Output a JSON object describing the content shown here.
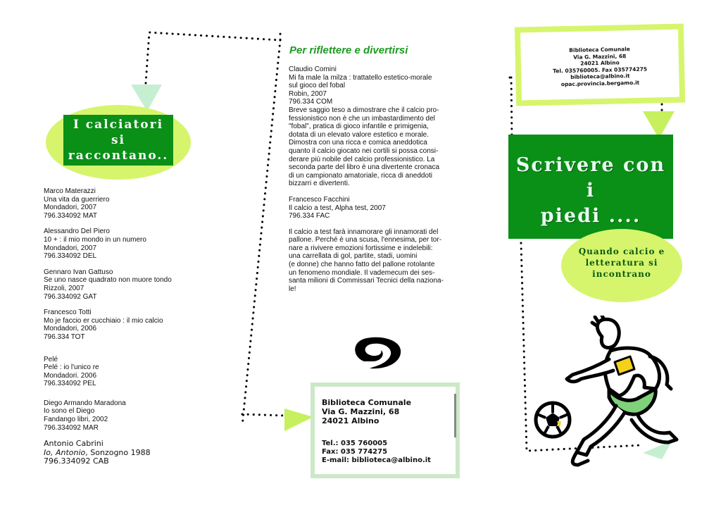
{
  "left_panel": {
    "title_line1": "I calciatori si",
    "title_line2": "raccontano..",
    "books": [
      {
        "author": "Marco Materazzi",
        "title": "Una vita da guerriero",
        "publisher": "Mondadori, 2007",
        "code": "796.334092 MAT"
      },
      {
        "author": "Alessandro Del Piero",
        "title": "10 + : il mio mondo in un numero",
        "publisher": "Mondadori, 2007",
        "code": "796.334092 DEL"
      },
      {
        "author": "Gennaro Ivan Gattuso",
        "title": "Se uno nasce quadrato non muore tondo",
        "publisher": "Rizzoli, 2007",
        "code": "796.334092 GAT"
      },
      {
        "author": "Francesco Totti",
        "title": "Mo je faccio er cucchiaio : il mio calcio",
        "publisher": "Mondadori, 2006",
        "code": "796.334 TOT"
      },
      {
        "author": "Pelé",
        "title": "Pelé : io l'unico re",
        "publisher": "Mondadori. 2006",
        "code": "796.334092 PEL"
      },
      {
        "author": "Diego Armando Maradona",
        "title": "Io sono el Diego",
        "publisher": "Fandango libri, 2002",
        "code": "796.334092 MAR"
      }
    ],
    "last_book": {
      "author": "Antonio Cabrini",
      "title": "Io, Antonio",
      "publisher_rest": ", Sonzogno 1988",
      "code": "796.334092 CAB"
    }
  },
  "middle_panel": {
    "heading": "Per riflettere e divertirsi",
    "book1": {
      "lines": [
        "Claudio Comini",
        "Mi fa male la milza : trattatello estetico-morale",
        "sul gioco del fobal",
        "Robin, 2007",
        "796.334 COM",
        "Breve saggio teso a dimostrare che il calcio pro-",
        "fessionistico non è che un imbastardimento del",
        "\"fobal\", pratica di gioco infantile e primigenia,",
        "dotata di un elevato valore estetico e morale.",
        "Dimostra con una ricca e comica aneddotica",
        "quanto il calcio giocato nei cortili si possa consi-",
        "derare più nobile del calcio professionistico. La",
        "seconda parte del libro è una divertente cronaca",
        "di un campionato amatoriale, ricca di aneddoti",
        "bizzarri e divertenti."
      ]
    },
    "book2": {
      "lines": [
        "Francesco Facchini",
        "Il calcio a test, Alpha test, 2007",
        "796.334 FAC"
      ]
    },
    "book2_desc": {
      "lines": [
        "Il calcio a test farà innamorare gli innamorati del",
        "pallone. Perché è una scusa, l'ennesima, per tor-",
        "nare a rivivere emozioni fortissime e indelebili:",
        "una carrellata di gol, partite, stadi, uomini",
        "(e donne) che hanno fatto del pallone rotolante",
        "un fenomeno mondiale. Il vademecum dei ses-",
        "santa milioni di Commissari Tecnici della naziona-",
        "le!"
      ]
    },
    "address": {
      "name": "Biblioteca Comunale",
      "street": "Via G. Mazzini, 68",
      "city": "24021 Albino",
      "tel": "Tel.: 035 760005",
      "fax": "Fax: 035 774275",
      "email": "E-mail: biblioteca@albino.it"
    }
  },
  "right_panel": {
    "header": {
      "lines": [
        "Biblioteca Comunale",
        "Via G. Mazzini, 68",
        "24021 Albino",
        "Tel. 035760005. Fax 035774275",
        "biblioteca@albino.it",
        "opac.provincia.bergamo.it"
      ]
    },
    "title_line1": "Scrivere con i",
    "title_line2": "piedi ....",
    "subtitle_line1": "Quando calcio e",
    "subtitle_line2": "letteratura si",
    "subtitle_line3": "incontrano"
  },
  "colors": {
    "accent_green": "#0a8f17",
    "light_green": "#d6f56d",
    "box_border": "#cde8c8",
    "heading_green": "#1e9a22"
  }
}
